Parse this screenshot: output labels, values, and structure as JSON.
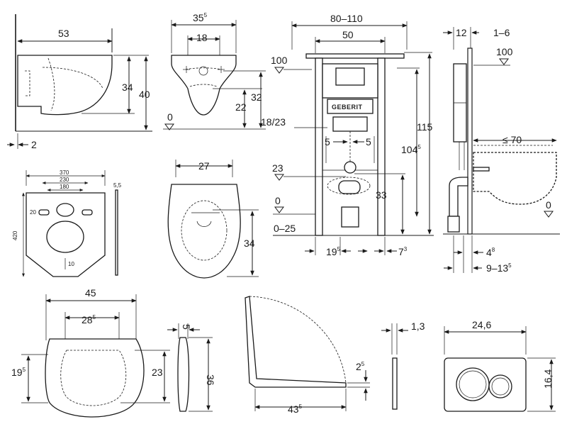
{
  "colors": {
    "line": "#1a1a1a",
    "background": "#ffffff"
  },
  "icons": {
    "level_marker": "level-triangle-icon"
  },
  "bowl_side": {
    "width": "53",
    "height_outer": "40",
    "height_inner": "34",
    "wall_gap": "2"
  },
  "bowl_front": {
    "width": "35",
    "width_sup": "5",
    "bolt_spacing": "18",
    "height_total": "32",
    "height_lower": "22",
    "level": "0"
  },
  "frame_front": {
    "width_range": "80–110",
    "inner_width": "50",
    "top_level": "100",
    "height": "115",
    "height_mid": "104",
    "height_mid_sup": "5",
    "flush_height": "18/23",
    "offset_left": "5",
    "offset_right": "5",
    "drain_level": "23",
    "drain_height": "33",
    "floor_level": "0",
    "floor_range": "0–25",
    "foot_left": "19",
    "foot_left_sup": "5",
    "foot_right": "7",
    "foot_right_sup": "3",
    "brand": "GEBERIT"
  },
  "frame_side": {
    "depth": "12",
    "wall_range": "1–6",
    "top_level": "100",
    "max_projection": "≤ 70",
    "floor_level": "0",
    "depth_low": "4",
    "depth_low_sup": "8",
    "depth_range": "9–13",
    "depth_range_sup": "5"
  },
  "insulation_plate": {
    "width": "370",
    "inner_width": "230",
    "hole_width": "180",
    "height": "420",
    "thickness": "5,5",
    "hole_small": "20",
    "slot": "10"
  },
  "seat_top": {
    "width": "27",
    "length": "34"
  },
  "seat_plan": {
    "width": "45",
    "inner_width": "28",
    "inner_width_sup": "5",
    "length_left": "19",
    "length_left_sup": "5",
    "length_right": "23"
  },
  "seat_edge": {
    "thickness": "5",
    "length": "36"
  },
  "seat_profile": {
    "length": "43",
    "length_sup": "5",
    "lift": "2",
    "lift_sup": "5"
  },
  "flush_plate": {
    "thickness": "1,3",
    "width": "24,6",
    "height": "16,4"
  }
}
